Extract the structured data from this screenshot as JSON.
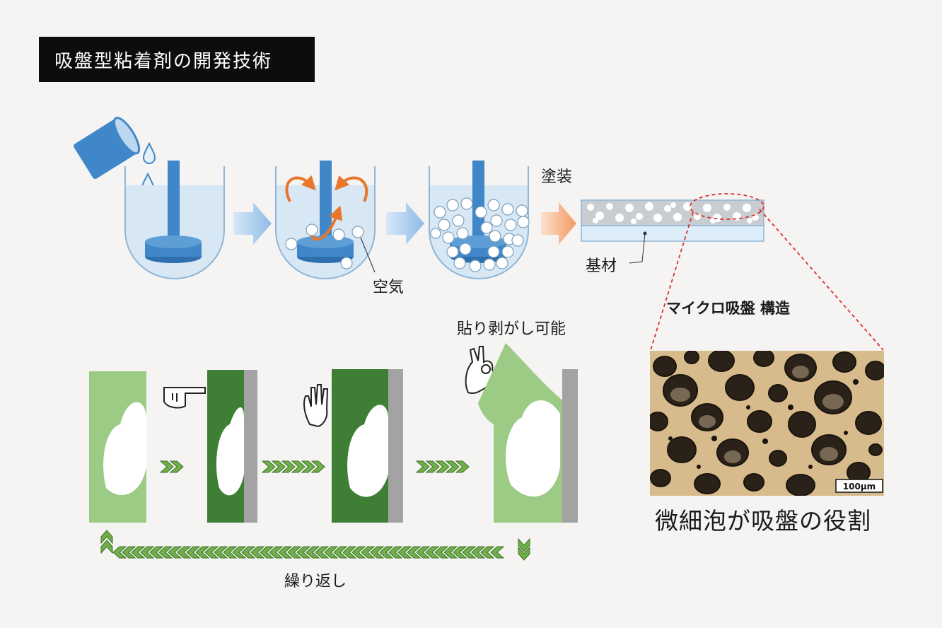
{
  "title": "吸盤型粘着剤の開発技術",
  "labels": {
    "paint": "塗装",
    "air": "空気",
    "base": "基材",
    "micro": "マイクロ吸盤 構造",
    "peel": "貼り剥がし可能",
    "repeat": "繰り返し",
    "caption": "微細泡が吸盤の役割",
    "scale_bar": "100μm"
  },
  "colors": {
    "tank_blue": "#3f87c9",
    "liquid": "#d7e7f3",
    "arrow_blue": "#9fc5ea",
    "arrow_orange": "#f4a06a",
    "stir_orange": "#e8762b",
    "pad_light": "#9ccb86",
    "pad_dark": "#3e7f35",
    "chevron": "#6fb04a",
    "wall": "#a3a3a3",
    "dashed": "#d9302c"
  },
  "icons": [
    "pouring-cup-icon",
    "droplet-icon",
    "stirrer-icon",
    "pointing-hand-icon",
    "open-hand-icon",
    "ok-hand-icon"
  ]
}
